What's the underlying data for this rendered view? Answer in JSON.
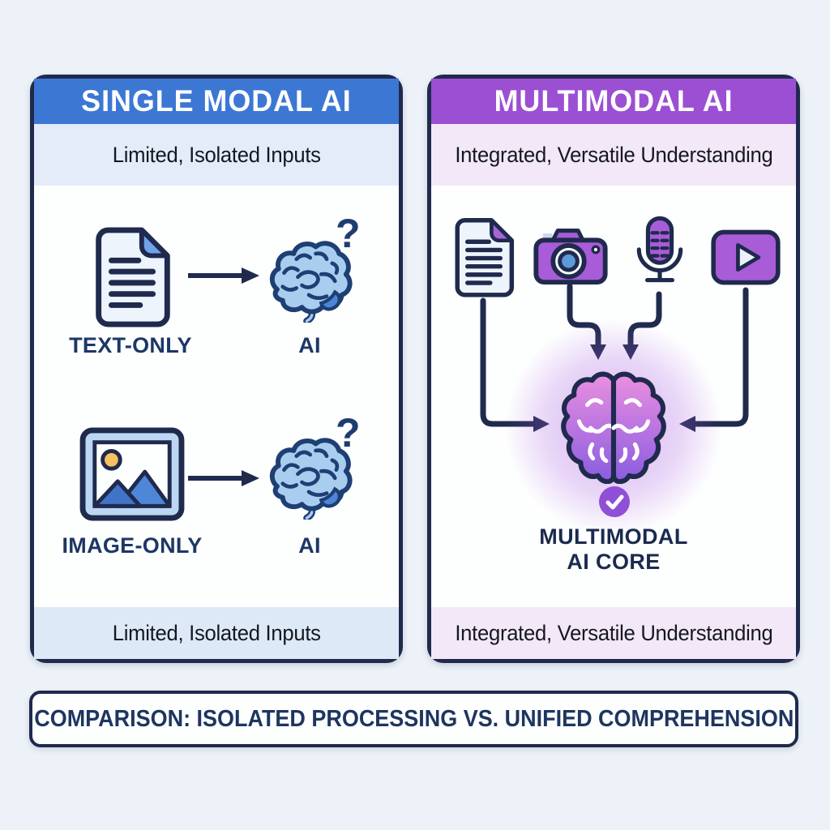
{
  "left_panel": {
    "title": "SINGLE MODAL AI",
    "subtitle": "Limited, Isolated Inputs",
    "rows": [
      {
        "icon": "document-icon",
        "input_label": "TEXT-ONLY",
        "ai_label": "AI",
        "question_mark": "?"
      },
      {
        "icon": "image-icon",
        "input_label": "IMAGE-ONLY",
        "ai_label": "AI",
        "question_mark": "?"
      }
    ],
    "footer": "Limited, Isolated Inputs"
  },
  "right_panel": {
    "title": "MULTIMODAL AI",
    "subtitle": "Integrated, Versatile Understanding",
    "input_icons": [
      "document-icon",
      "camera-icon",
      "microphone-icon",
      "video-icon"
    ],
    "core_label_line1": "MULTIMODAL",
    "core_label_line2": "AI CORE",
    "footer": "Integrated, Versatile Understanding"
  },
  "banner": {
    "text": "COMPARISON: ISOLATED PROCESSING VS. UNIFIED COMPREHENSION"
  },
  "colors": {
    "background": "#edf2f8",
    "outline_navy": "#1f2a4d",
    "left_header_blue": "#3c77d4",
    "left_strip_blue": "#e3ecf8",
    "right_header_purple": "#9b4fd3",
    "right_strip_lavender": "#f3e8f8",
    "icon_purple": "#a85cd8",
    "brain_blue": "#a9cdef",
    "brain_gradient_top": "#ea8fe0",
    "brain_gradient_bottom": "#8a5ce0",
    "accent_lens_blue": "#5b9bd8",
    "sun_yellow": "#f6c15f",
    "label_navy": "#1c3766"
  }
}
